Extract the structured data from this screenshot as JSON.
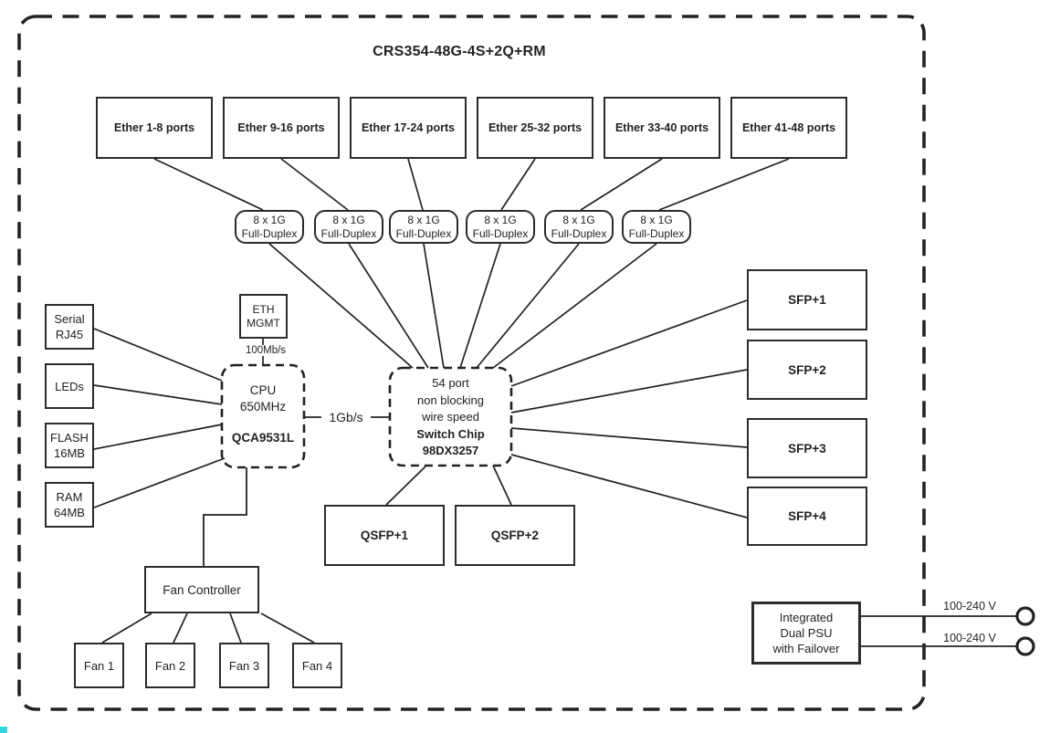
{
  "title": "CRS354-48G-4S+2Q+RM",
  "ether_ports": [
    {
      "label": "Ether 1-8 ports"
    },
    {
      "label": "Ether 9-16 ports"
    },
    {
      "label": "Ether 17-24 ports"
    },
    {
      "label": "Ether 25-32 ports"
    },
    {
      "label": "Ether 33-40 ports"
    },
    {
      "label": "Ether 41-48 ports"
    }
  ],
  "duplex_units": [
    {
      "line1": "8 x 1G",
      "line2": "Full-Duplex"
    },
    {
      "line1": "8 x 1G",
      "line2": "Full-Duplex"
    },
    {
      "line1": "8 x 1G",
      "line2": "Full-Duplex"
    },
    {
      "line1": "8 x 1G",
      "line2": "Full-Duplex"
    },
    {
      "line1": "8 x 1G",
      "line2": "Full-Duplex"
    },
    {
      "line1": "8 x 1G",
      "line2": "Full-Duplex"
    }
  ],
  "left_modules": [
    {
      "line1": "Serial",
      "line2": "RJ45"
    },
    {
      "line1": "LEDs",
      "line2": ""
    },
    {
      "line1": "FLASH",
      "line2": "16MB"
    },
    {
      "line1": "RAM",
      "line2": "64MB"
    }
  ],
  "eth_mgmt": {
    "line1": "ETH",
    "line2": "MGMT",
    "speed_label": "100Mb/s"
  },
  "cpu": {
    "line1": "CPU",
    "line2": "650MHz",
    "model": "QCA9531L"
  },
  "cpu_switch_link_label": "1Gb/s",
  "switch_chip": {
    "line1": "54 port",
    "line2": "non blocking",
    "line3": "wire speed",
    "line4": "Switch Chip",
    "line5": "98DX3257"
  },
  "sfp_ports": [
    {
      "label": "SFP+1"
    },
    {
      "label": "SFP+2"
    },
    {
      "label": "SFP+3"
    },
    {
      "label": "SFP+4"
    }
  ],
  "qsfp_ports": [
    {
      "label": "QSFP+1"
    },
    {
      "label": "QSFP+2"
    }
  ],
  "fan_controller_label": "Fan Controller",
  "fans": [
    {
      "label": "Fan 1"
    },
    {
      "label": "Fan 2"
    },
    {
      "label": "Fan 3"
    },
    {
      "label": "Fan 4"
    }
  ],
  "psu": {
    "line1": "Integrated",
    "line2": "Dual PSU",
    "line3": "with Failover",
    "inputs": [
      {
        "label": "100-240 V"
      },
      {
        "label": "100-240 V"
      }
    ]
  },
  "colors": {
    "line": "#222222",
    "box_border": "#2b2b2b",
    "background": "#ffffff",
    "artifact": "#2fd5df"
  }
}
